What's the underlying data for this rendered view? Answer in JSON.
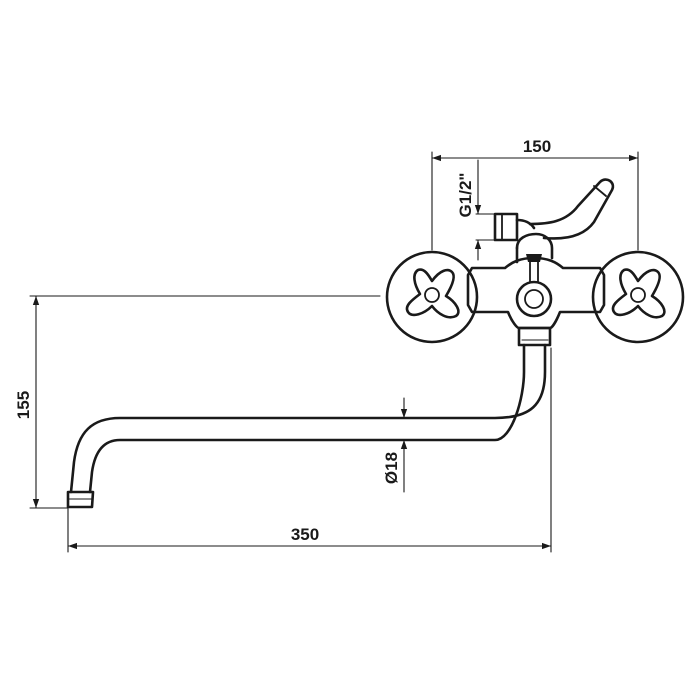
{
  "drawing": {
    "dimensions": {
      "overall_length": "350",
      "height": "155",
      "body_width": "150",
      "thread_size": "G1/2\"",
      "spout_diameter": "Ø18"
    }
  }
}
